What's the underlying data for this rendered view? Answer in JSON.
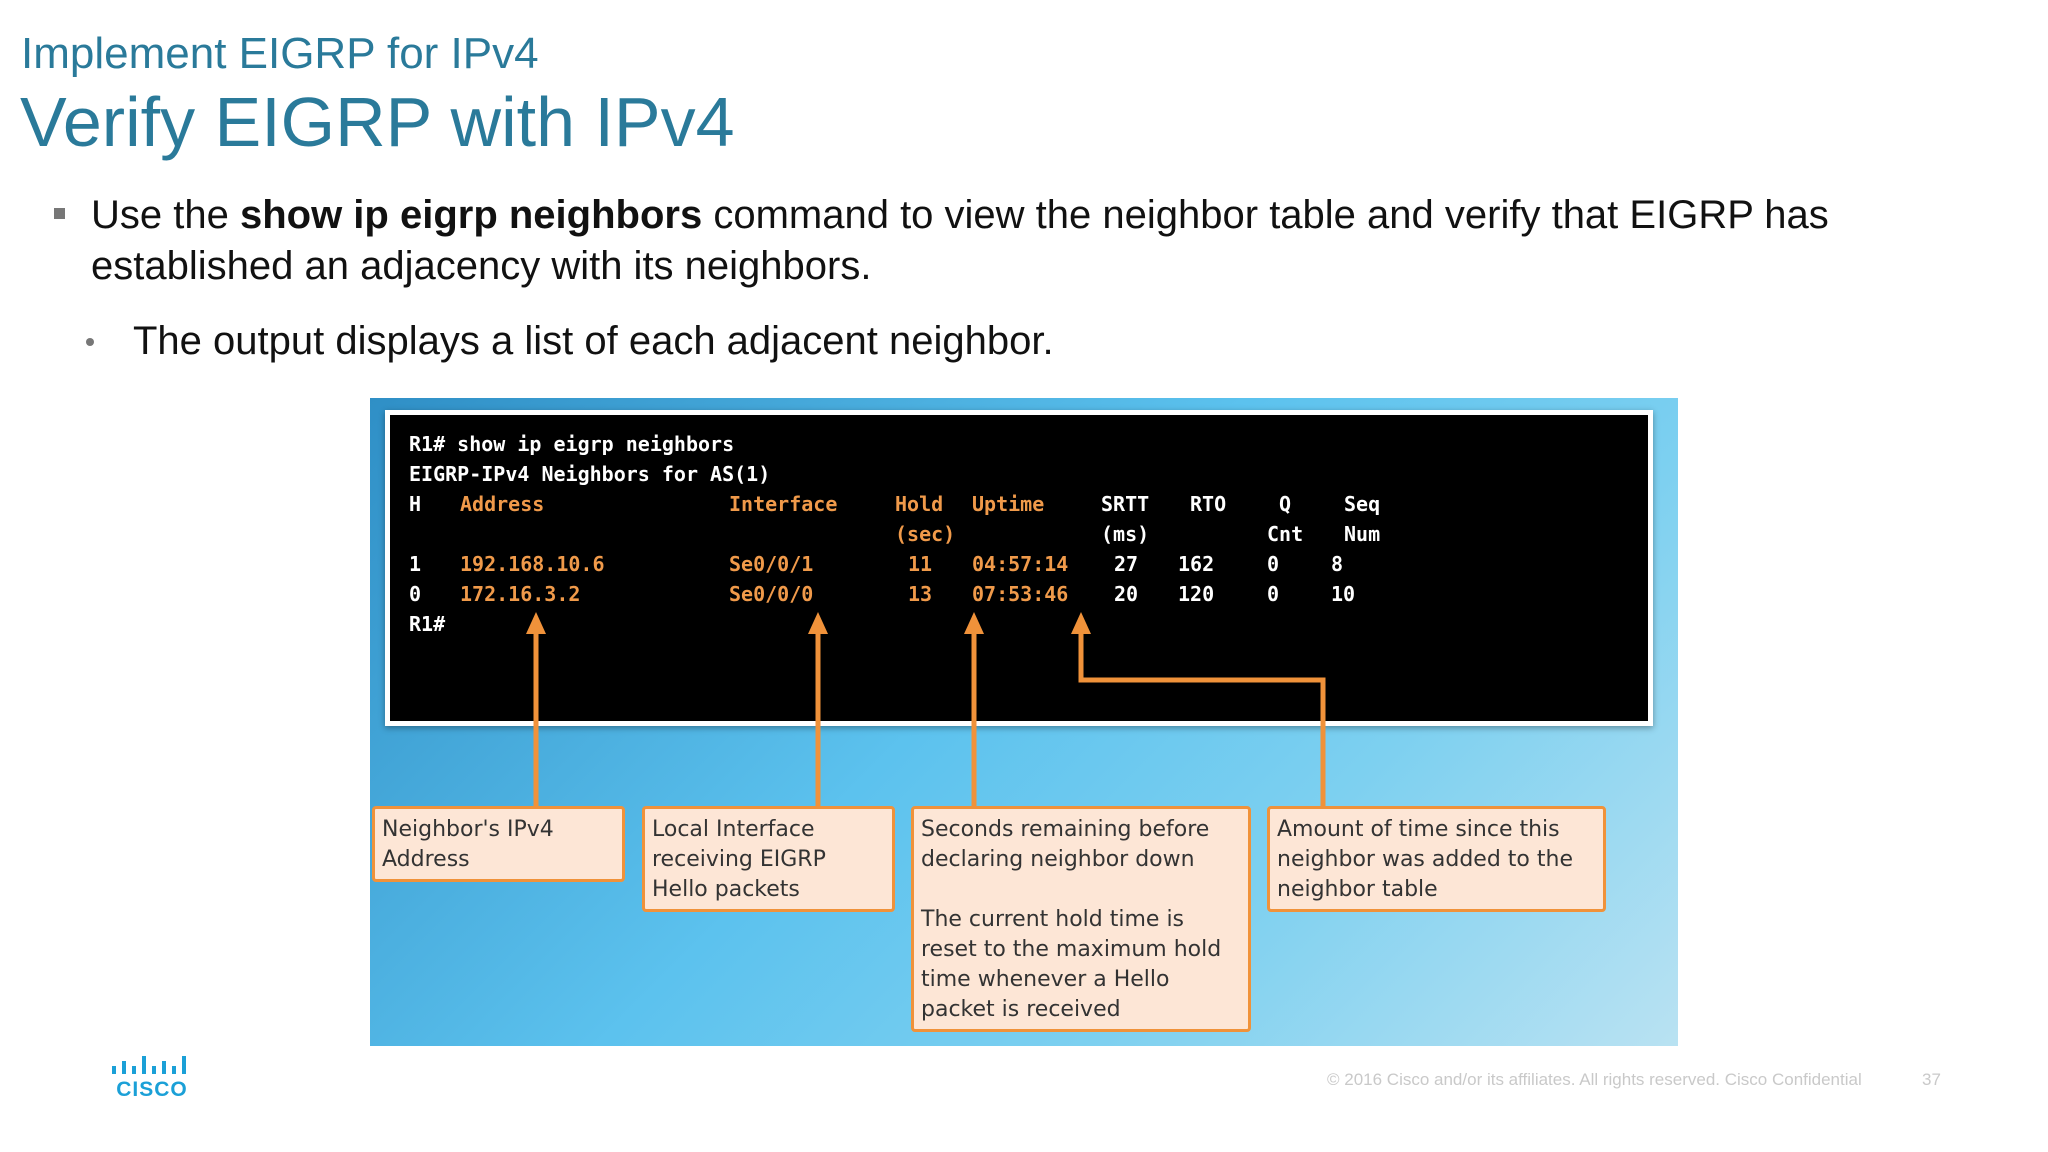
{
  "slide": {
    "subtitle": "Implement EIGRP for IPv4",
    "title": "Verify EIGRP with IPv4",
    "bullet1_pre": "Use the ",
    "bullet1_bold": "show ip eigrp neighbors",
    "bullet1_post": " command to view the neighbor table and verify that EIGRP has established an adjacency with its neighbors.",
    "bullet2": "The output displays a list of each adjacent neighbor."
  },
  "terminal": {
    "command_line": "R1# show ip eigrp neighbors",
    "header_line": "EIGRP-IPv4 Neighbors for AS(1)",
    "columns": {
      "h": "H",
      "address": "Address",
      "interface": "Interface",
      "hold": "Hold",
      "hold_unit": "(sec)",
      "uptime": "Uptime",
      "srtt": "SRTT",
      "srtt_unit": "(ms)",
      "rto": "RTO",
      "q": "Q",
      "q_unit": "Cnt",
      "seq": "Seq",
      "seq_unit": "Num"
    },
    "rows": [
      {
        "h": "1",
        "address": "192.168.10.6",
        "interface": "Se0/0/1",
        "hold": "11",
        "uptime": "04:57:14",
        "srtt": "27",
        "rto": "162",
        "q": "0",
        "seq": "8"
      },
      {
        "h": "0",
        "address": "172.16.3.2",
        "interface": "Se0/0/0",
        "hold": "13",
        "uptime": "07:53:46",
        "srtt": "20",
        "rto": "120",
        "q": "0",
        "seq": "10"
      }
    ],
    "prompt": "R1#"
  },
  "callouts": {
    "address": "Neighbor's IPv4 Address",
    "interface": "Local Interface receiving EIGRP Hello packets",
    "hold_p1": "Seconds remaining before declaring neighbor down",
    "hold_p2": "The current hold time is reset to the maximum hold time whenever a Hello packet is received",
    "uptime": "Amount of time since this neighbor was added to the neighbor table"
  },
  "footer": {
    "copyright": "© 2016  Cisco and/or its affiliates. All rights reserved.   Cisco Confidential",
    "page_number": "37",
    "logo_text": "CISCO"
  },
  "colors": {
    "title": "#2a7a9a",
    "terminal_accent": "#f09a4a",
    "callout_border": "#f0923a",
    "callout_fill": "#fde6d6",
    "logo": "#1ba0d7"
  }
}
